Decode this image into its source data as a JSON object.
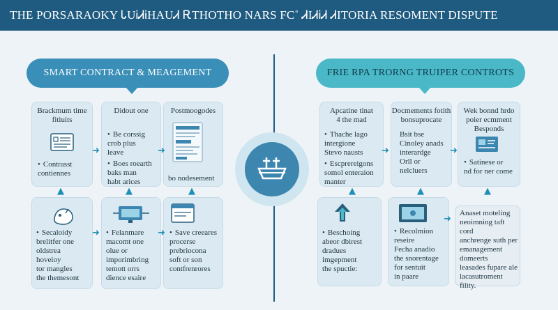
{
  "header": {
    "title": "THE PORSARAOKY ᏓUᎥᏗᎥHAUᏗ ᎡTHOTHO NARS FC˚ ᏗIᏗᎥᏗ ᏗITORIA RESOMENT DISPUTE"
  },
  "left_section": {
    "title": "SMART CONTRACT & MEAGEMENT",
    "cards": [
      {
        "header": "Brackmum time\nfitiuits",
        "lines": [
          "Contrasst\ncontiennes"
        ]
      },
      {
        "header": "Didout one",
        "lines": [
          "Be corssig\ncrob plus\nleave",
          "Boes roearth\nbaks man\nhabt arices"
        ]
      },
      {
        "header": "Postmoogodes",
        "lines": [
          "bo nodesement"
        ]
      },
      {
        "header": "",
        "lines": [
          "Secaloidy\nbrelitfer one\noldstrea\nhoveioy\ntor mangles\nthe themesont"
        ]
      },
      {
        "header": "",
        "lines": [
          "Felanmare\nmacomt one\nolue or\nimporimbring\ntemott orrs\ndience esaire"
        ]
      },
      {
        "header": "",
        "lines": [
          "Save creeares\nprocerse\nprebriocona\nsoft or son\ncontfrenrores"
        ]
      }
    ]
  },
  "right_section": {
    "title": "FRIE RPA TRORNG TRUIPER CONTROTS",
    "cards": [
      {
        "header": "Apcatine tinat\n4 the mad",
        "lines": [
          "Thache lago\nintergione\nStevo nausts",
          "Escprereigons\nsomol enteraion\nmanter"
        ]
      },
      {
        "header": "Docmements fotith\nbonsuprocate",
        "lines": [
          "Bsit bse\nCinoley anads\ninterardge\nOrll or\nnelcluers"
        ]
      },
      {
        "header": "Wek bonnd hrdo\npoier ecmment\nBesponds",
        "lines": [
          "Satinese or\nnd for ner come"
        ]
      },
      {
        "header": "",
        "lines": [
          "Beschoing\nabeor dbirest\ndradues\nimgepment\nthe spuctie:"
        ]
      },
      {
        "header": "",
        "lines": [
          "Recolmion\nreseire\nFecha anadio\nthe snorentage\nfor sentuit\nin paare"
        ]
      },
      {
        "header": "",
        "lines": [
          "Anaset moteling\nneoimning taft cord\nanchrenge suth per\nemanagement\ndomeerts\nleasades fupare ale\nlacasutroment\nfility."
        ]
      }
    ]
  },
  "colors": {
    "header_bg": "#1f5b80",
    "left_pill": "#3a8fb8",
    "right_pill": "#4ab8c6",
    "card_bg": "#dbeaf2",
    "accent_arrow": "#1d8fb8"
  }
}
